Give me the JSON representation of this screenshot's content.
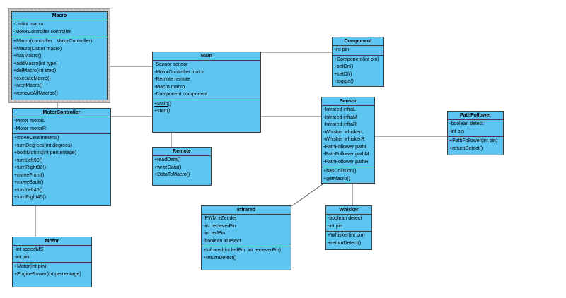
{
  "diagram": {
    "colors": {
      "box_fill": "#5ec4f0",
      "box_border": "#3f3f3f",
      "connector": "#5a5a5a",
      "selection_frame": "#c6c6c6"
    },
    "classes": [
      {
        "name": "Macro",
        "selected": true,
        "attributes": [
          "-ListInt macro",
          "-MotorController controller"
        ],
        "methods": [
          "+Macro(controller : MotorController)",
          "+Macro(ListInt macro)",
          "+hasMacro()",
          "+addMacro(int type)",
          "+delMacro(int step)",
          "+executeMacro()",
          "+nextMacro()",
          "+removeAllMacros()"
        ]
      },
      {
        "name": "MotorController",
        "selected": false,
        "attributes": [
          "-Motor motorL",
          "-Motor motorR"
        ],
        "methods": [
          "+moveCentimeters()",
          "+turnDegrees(int degrees)",
          "+bothMotors(int percentage)",
          "+turnLeft90()",
          "+turnRight90()",
          "+moveFront()",
          "+moveBack()",
          "+turnLeft45()",
          "+turnRight45()"
        ]
      },
      {
        "name": "Motor",
        "selected": false,
        "attributes": [
          "-int speedMS",
          "-int pin"
        ],
        "methods": [
          "+Motor(int pin)",
          "+EnginePower(int percentage)"
        ]
      },
      {
        "name": "Main",
        "selected": false,
        "attributes": [
          "-Sensor sensor",
          "-MotorController motor",
          "-Remote remote",
          "-Macro macro",
          "-Component component"
        ],
        "methods": [
          "+Main()",
          "+start()"
        ]
      },
      {
        "name": "Remote",
        "selected": false,
        "attributes": [],
        "methods": [
          "+readData()",
          "+writeData()",
          "+DataToMacro()"
        ]
      },
      {
        "name": "Component",
        "selected": false,
        "attributes": [
          "-int pin"
        ],
        "methods": [
          "+Component(int pin)",
          "+setOn()",
          "+setOf()",
          "+toggle()"
        ]
      },
      {
        "name": "Sensor",
        "selected": false,
        "attributes": [
          "-Infrared infraL",
          "-Infrared infraM",
          "-Infrared infraR",
          "-Whisker whiskerL",
          "-Whisker whiskerR",
          "-PathFollower pathL",
          "-PathFollower pathM",
          "-PathFollower pathR"
        ],
        "methods": [
          "+hasCollision()",
          "+getMacro()"
        ]
      },
      {
        "name": "PathFollower",
        "selected": false,
        "attributes": [
          "-boolean detect",
          "-int pin"
        ],
        "methods": [
          "+PathFollower(int pin)",
          "+returnDetect()"
        ]
      },
      {
        "name": "Infrared",
        "selected": false,
        "attributes": [
          "-PWM irZender",
          "-int recieverPin",
          "-int ledPin",
          "-boolean irDetect"
        ],
        "methods": [
          "+Infrared(int ledPin, int recieverPin)",
          "+returnDetect()"
        ]
      },
      {
        "name": "Whisker",
        "selected": false,
        "attributes": [
          "-boolean detect",
          "-int pin"
        ],
        "methods": [
          "+Whisker(int pin)",
          "+returnDetect()"
        ]
      }
    ],
    "connections": [
      {
        "from": "Macro",
        "to": "Main"
      },
      {
        "from": "Macro",
        "to": "MotorController"
      },
      {
        "from": "MotorController",
        "to": "Main"
      },
      {
        "from": "MotorController",
        "to": "Motor"
      },
      {
        "from": "Main",
        "to": "Component"
      },
      {
        "from": "Main",
        "to": "Remote"
      },
      {
        "from": "Main",
        "to": "Sensor"
      },
      {
        "from": "Sensor",
        "to": "PathFollower"
      },
      {
        "from": "Sensor",
        "to": "Whisker"
      },
      {
        "from": "Sensor",
        "to": "Infrared"
      }
    ]
  }
}
